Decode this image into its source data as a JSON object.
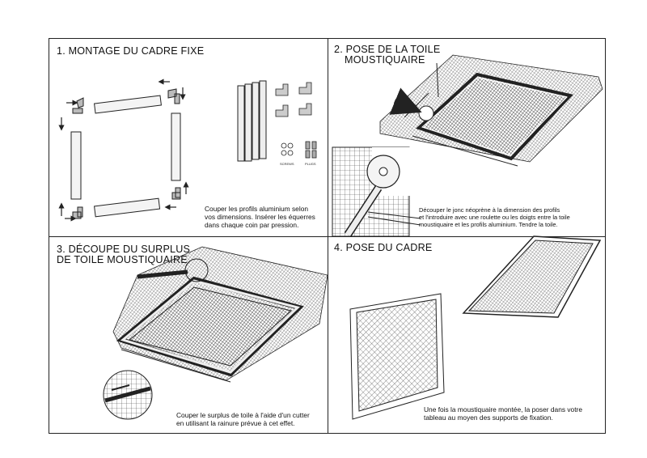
{
  "sections": [
    {
      "title": "1. MONTAGE DU CADRE FIXE",
      "caption_lines": [
        "Couper les profils aluminium selon",
        "vos dimensions. Insérer les équerres",
        "dans chaque coin par pression."
      ]
    },
    {
      "title_lines": [
        "2. POSE DE LA TOILE",
        "MOUSTIQUAIRE"
      ],
      "caption_lines": [
        "Découper le jonc néoprène à la dimension des profils",
        "et l'introduire avec une roulette ou les doigts entre la toile",
        "moustiquaire et les profils aluminium. Tendre la toile."
      ]
    },
    {
      "title_lines": [
        "3. DÉCOUPE DU SURPLUS",
        "DE TOILE MOUSTIQUAIRE"
      ],
      "caption_lines": [
        "Couper le surplus de toile à l'aide d'un cutter",
        "en utilisant la rainure prévue à cet effet."
      ]
    },
    {
      "title": "4. POSE DU CADRE",
      "caption_lines": [
        "Une fois la moustiquaire montée, la poser dans votre",
        "tableau au moyen des supports de fixation."
      ]
    }
  ],
  "parts_labels": [
    "SCREWS",
    "PLUGS"
  ]
}
